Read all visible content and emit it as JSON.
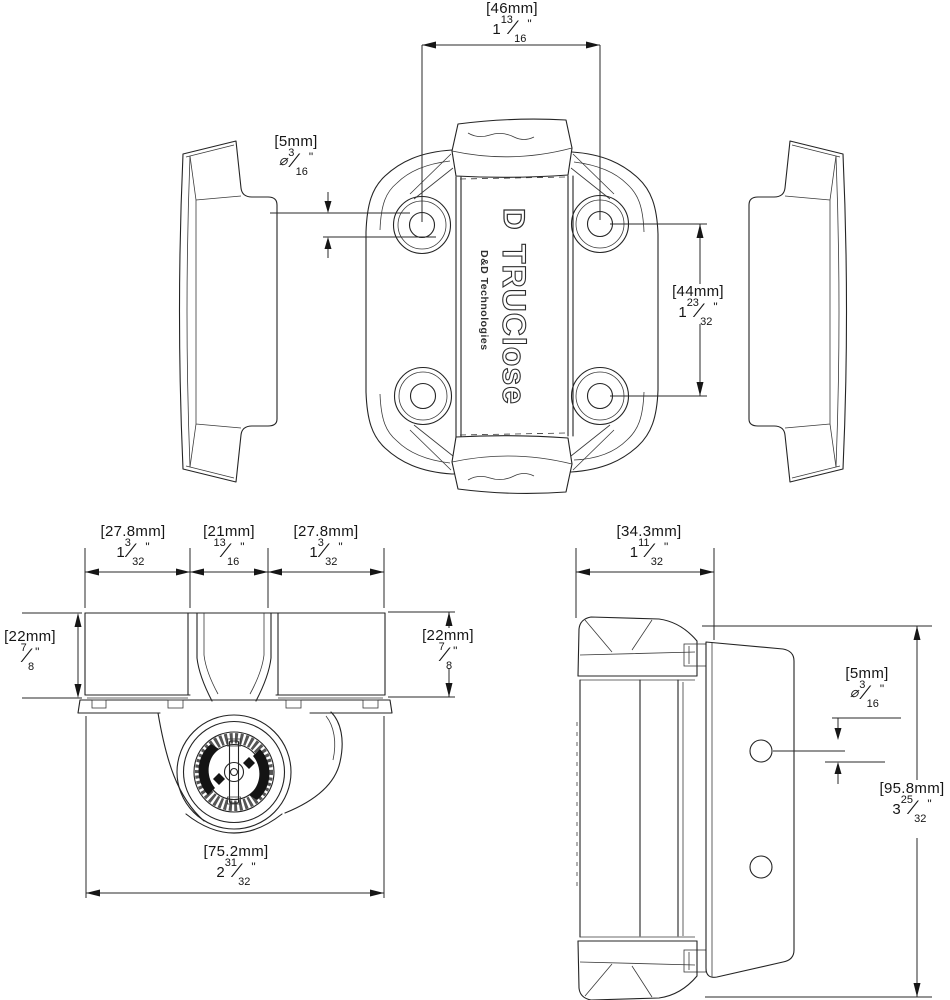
{
  "drawing": {
    "logo": {
      "mark": "D",
      "brand": "TRUClose",
      "company": "D&D Technologies"
    },
    "dims": {
      "top_width": {
        "metric": "[46mm]",
        "whole": "1",
        "num": "13",
        "den": "16",
        "unit": "\""
      },
      "front_hole_dia": {
        "metric": "[5mm]",
        "dia": "⌀",
        "whole": "",
        "num": "3",
        "den": "16",
        "unit": "\""
      },
      "front_hole_spacing": {
        "metric": "[44mm]",
        "whole": "1",
        "num": "23",
        "den": "32",
        "unit": "\""
      },
      "plan_left_leg": {
        "metric": "[27.8mm]",
        "whole": "1",
        "num": "3",
        "den": "32",
        "unit": "\""
      },
      "plan_center": {
        "metric": "[21mm]",
        "whole": "",
        "num": "13",
        "den": "16",
        "unit": "\""
      },
      "plan_right_leg": {
        "metric": "[27.8mm]",
        "whole": "1",
        "num": "3",
        "den": "32",
        "unit": "\""
      },
      "plan_depth_left": {
        "metric": "[22mm]",
        "whole": "",
        "num": "7",
        "den": "8",
        "unit": "\""
      },
      "plan_depth_right": {
        "metric": "[22mm]",
        "whole": "",
        "num": "7",
        "den": "8",
        "unit": "\""
      },
      "plan_total_width": {
        "metric": "[75.2mm]",
        "whole": "2",
        "num": "31",
        "den": "32",
        "unit": "\""
      },
      "side_width": {
        "metric": "[34.3mm]",
        "whole": "1",
        "num": "11",
        "den": "32",
        "unit": "\""
      },
      "side_hole_dia": {
        "metric": "[5mm]",
        "dia": "⌀",
        "whole": "",
        "num": "3",
        "den": "16",
        "unit": "\""
      },
      "side_height": {
        "metric": "[95.8mm]",
        "whole": "3",
        "num": "25",
        "den": "32",
        "unit": "\""
      }
    }
  }
}
